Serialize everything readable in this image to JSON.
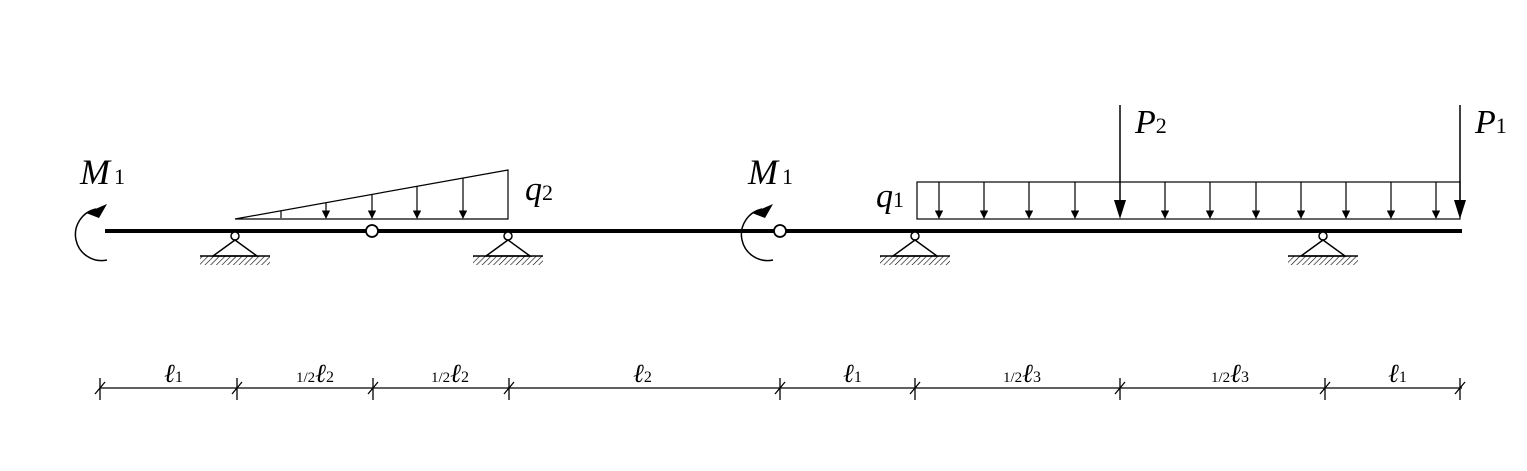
{
  "labels": {
    "moment_left": {
      "symbol": "M",
      "sub": "1"
    },
    "moment_mid": {
      "symbol": "M",
      "sub": "1"
    },
    "q2": {
      "symbol": "q",
      "sub": "2"
    },
    "q1": {
      "symbol": "q",
      "sub": "1"
    },
    "p2": {
      "symbol": "P",
      "sub": "2"
    },
    "p1": {
      "symbol": "P",
      "sub": "1"
    }
  },
  "dimensions": [
    {
      "frac": "",
      "symbol": "ℓ",
      "sub": "1"
    },
    {
      "frac": "1/2",
      "symbol": "ℓ",
      "sub": "2"
    },
    {
      "frac": "1/2",
      "symbol": "ℓ",
      "sub": "2"
    },
    {
      "frac": "",
      "symbol": "ℓ",
      "sub": "2"
    },
    {
      "frac": "",
      "symbol": "ℓ",
      "sub": "1"
    },
    {
      "frac": "1/2",
      "symbol": "ℓ",
      "sub": "3"
    },
    {
      "frac": "1/2",
      "symbol": "ℓ",
      "sub": "3"
    },
    {
      "frac": "",
      "symbol": "ℓ",
      "sub": "1"
    }
  ]
}
